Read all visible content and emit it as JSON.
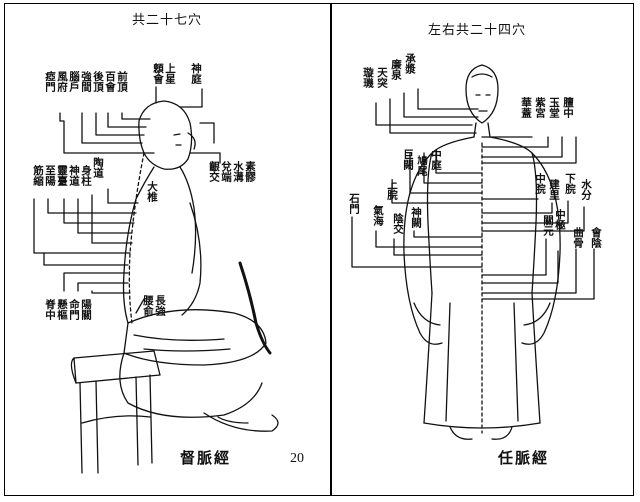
{
  "left_panel": {
    "title": "共二十七穴",
    "footer": "督脈經",
    "page_number": "20",
    "acupoints": [
      "齦交",
      "水溝",
      "兌端",
      "素髎",
      "神庭",
      "上星",
      "顖會",
      "前頂",
      "百會",
      "後頂",
      "強間",
      "腦戶",
      "風府",
      "瘂門",
      "身柱",
      "陶道",
      "大椎",
      "神道",
      "靈臺",
      "至陽",
      "筋縮",
      "脊中",
      "懸樞",
      "命門",
      "陽關",
      "長強",
      "腰俞"
    ]
  },
  "right_panel": {
    "title": "左右共二十四穴",
    "footer": "任脈經",
    "acupoints": [
      "承漿",
      "廉泉",
      "天突",
      "璇璣",
      "華蓋",
      "紫宮",
      "玉堂",
      "膻中",
      "中庭",
      "鳩尾",
      "巨闕",
      "上脘",
      "中脘",
      "建里",
      "下脘",
      "水分",
      "神闕",
      "陰交",
      "氣海",
      "石門",
      "關元",
      "中極",
      "曲骨",
      "會陰"
    ]
  }
}
